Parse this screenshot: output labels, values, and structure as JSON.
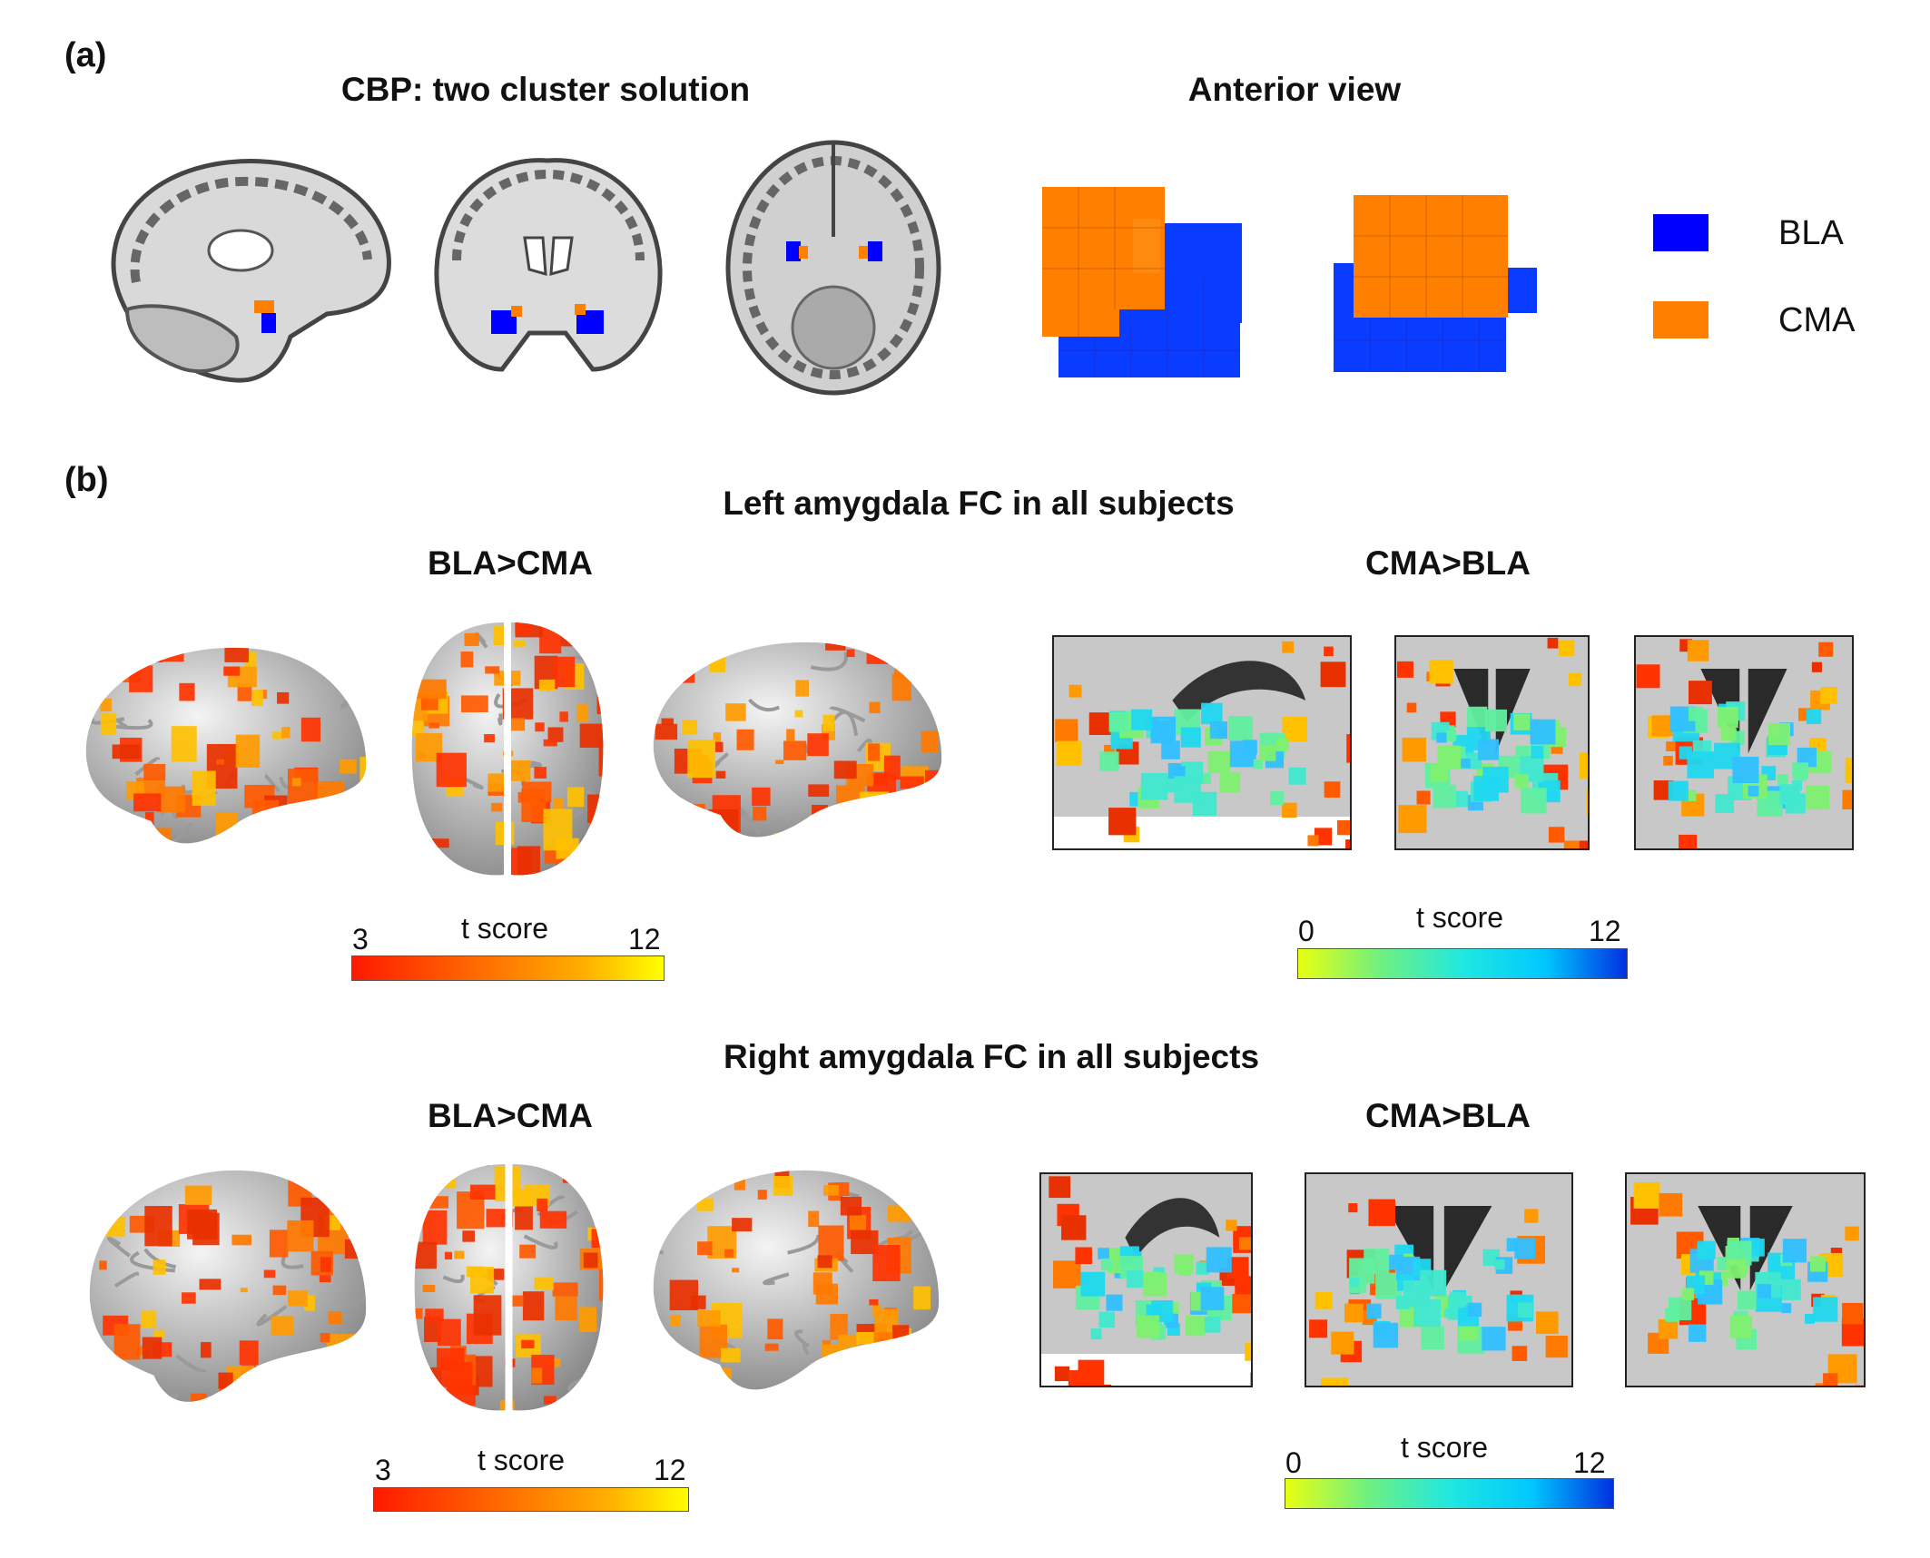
{
  "panel_a": {
    "label": "(a)",
    "title_left": "CBP: two cluster solution",
    "title_right": "Anterior view",
    "legend": [
      {
        "name": "BLA",
        "color": "#0000ff"
      },
      {
        "name": "CMA",
        "color": "#ff7f00"
      }
    ]
  },
  "panel_b": {
    "label": "(b)",
    "left": {
      "title": "Left amygdala FC in all subjects",
      "bla_title": "BLA>CMA",
      "cma_title": "CMA>BLA",
      "hot_bar": {
        "min": "3",
        "max": "12",
        "label": "t score"
      },
      "cool_bar": {
        "min": "0",
        "max": "12",
        "label": "t score"
      }
    },
    "right": {
      "title": "Right amygdala FC in all subjects",
      "bla_title": "BLA>CMA",
      "cma_title": "CMA>BLA",
      "hot_bar": {
        "min": "3",
        "max": "12",
        "label": "t score"
      },
      "cool_bar": {
        "min": "0",
        "max": "12",
        "label": "t score"
      }
    }
  }
}
